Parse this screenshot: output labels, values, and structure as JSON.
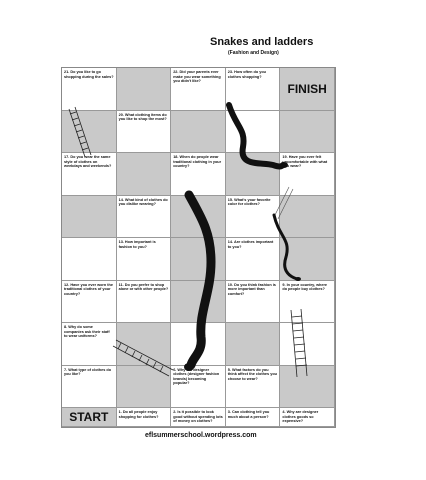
{
  "title": "Snakes and ladders",
  "subtitle": "(Fashion and Design)",
  "footer": "eflsummerschool.wordpress.com",
  "cells": [
    {
      "text": "21. Do you like to go shopping during the sales?",
      "shade": "white"
    },
    {
      "text": "",
      "shade": "gray"
    },
    {
      "text": "22. Did your parents ever make you wear something you didn't like?",
      "shade": "white"
    },
    {
      "text": "23. How often do you clothes shopping?",
      "shade": "white"
    },
    {
      "text": "FINISH",
      "shade": "gray",
      "big": true
    },
    {
      "text": "",
      "shade": "gray"
    },
    {
      "text": "20. What clothing items do you like to shop the most?",
      "shade": "white"
    },
    {
      "text": "",
      "shade": "gray"
    },
    {
      "text": "",
      "shade": "white"
    },
    {
      "text": "",
      "shade": "gray"
    },
    {
      "text": "17. Do you wear the same style of clothes on weekdays and weekends?",
      "shade": "white"
    },
    {
      "text": "",
      "shade": "gray"
    },
    {
      "text": "18. When do people wear traditional clothing in your country?",
      "shade": "white"
    },
    {
      "text": "",
      "shade": "gray"
    },
    {
      "text": "19. Have you ever felt uncomfortable with what you wear?",
      "shade": "white"
    },
    {
      "text": "",
      "shade": "gray"
    },
    {
      "text": "14. What kind of clothes do you dislike wearing?",
      "shade": "white"
    },
    {
      "text": "",
      "shade": "gray"
    },
    {
      "text": "15. What's your favorite color for clothes?",
      "shade": "white"
    },
    {
      "text": "",
      "shade": "gray"
    },
    {
      "text": "",
      "shade": "white"
    },
    {
      "text": "13. How important is fashion to you?",
      "shade": "white"
    },
    {
      "text": "",
      "shade": "gray"
    },
    {
      "text": "14. Are clothes important to you?",
      "shade": "white"
    },
    {
      "text": "",
      "shade": "gray"
    },
    {
      "text": "12. Have you ever worn the traditional clothes of your country?",
      "shade": "white"
    },
    {
      "text": "11. Do you prefer to shop alone or with other people?",
      "shade": "white"
    },
    {
      "text": "",
      "shade": "gray"
    },
    {
      "text": "10. Do you think fashion is more important than comfort?",
      "shade": "white"
    },
    {
      "text": "9. In your country, where do people buy clothes?",
      "shade": "white"
    },
    {
      "text": "8. Why do some companies ask their staff to wear uniforms?",
      "shade": "white"
    },
    {
      "text": "",
      "shade": "gray"
    },
    {
      "text": "",
      "shade": "white"
    },
    {
      "text": "",
      "shade": "gray"
    },
    {
      "text": "",
      "shade": "white"
    },
    {
      "text": "7. What type of clothes do you like?",
      "shade": "white"
    },
    {
      "text": "",
      "shade": "gray"
    },
    {
      "text": "6. Why are designer clothes (designer fashion brands) becoming popular?",
      "shade": "white"
    },
    {
      "text": "5. What factors do you think affect the clothes you choose to wear?",
      "shade": "white"
    },
    {
      "text": "",
      "shade": "gray"
    },
    {
      "text": "START",
      "shade": "gray",
      "big": true
    },
    {
      "text": "1. Do all people enjoy shopping for clothes?",
      "shade": "white"
    },
    {
      "text": "2. Is it possible to look good without spending lots of money on clothes?",
      "shade": "white"
    },
    {
      "text": "3. Can clothing tell you much about a person?",
      "shade": "white"
    },
    {
      "text": "4. Why are designer clothes goods so expensive?",
      "shade": "white"
    }
  ]
}
